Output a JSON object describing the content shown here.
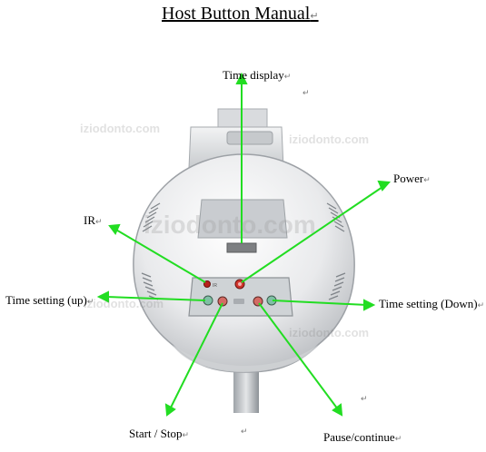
{
  "title": "Host Button Manual",
  "labels": {
    "time_display": "Time display",
    "power": "Power",
    "ir": "IR",
    "time_up": "Time setting (up)",
    "time_down": "Time setting (Down)",
    "start_stop": "Start / Stop",
    "pause_continue": "Pause/continue"
  },
  "watermark": "iziodonto.com",
  "marks": {
    "paragraph": "↵"
  },
  "colors": {
    "arrow": "#22dd22",
    "device": "#e6e7e9",
    "panel": "#cfd3d6",
    "power_button": "#d0342c",
    "ir_light": "#b8211b"
  }
}
